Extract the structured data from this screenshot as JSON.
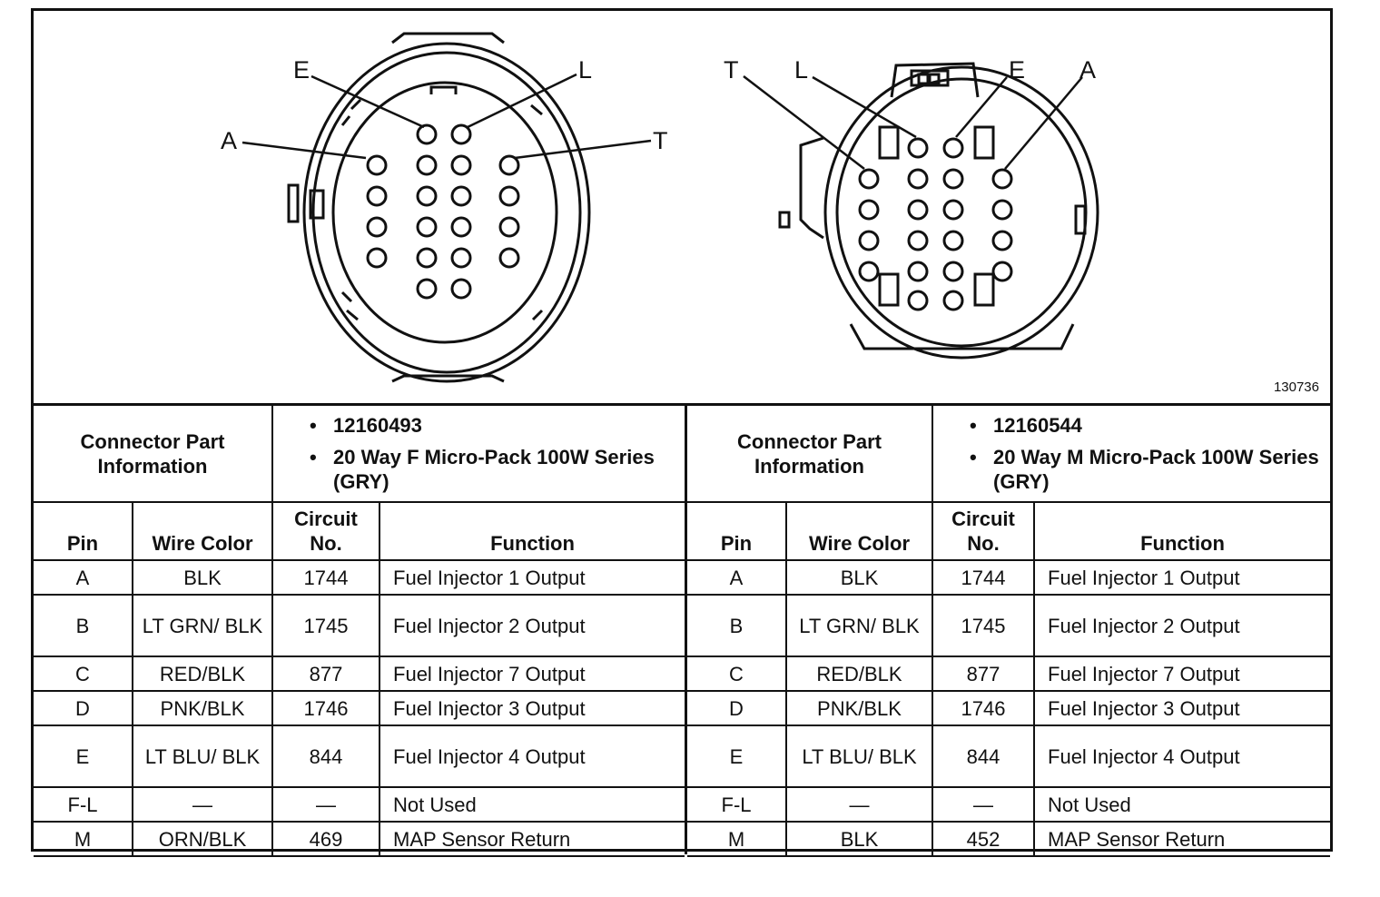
{
  "diagram": {
    "female_labels": {
      "E": "E",
      "L": "L",
      "A": "A",
      "T": "T"
    },
    "male_labels": {
      "T": "T",
      "L": "L",
      "E": "E",
      "A": "A"
    },
    "reference_number": "130736"
  },
  "left": {
    "part_info_label": "Connector Part Information",
    "part_info": [
      "12160493",
      "20 Way F Micro-Pack 100W Series (GRY)"
    ],
    "headers": {
      "pin": "Pin",
      "wire": "Wire Color",
      "circuit": "Circuit No.",
      "function": "Function"
    },
    "rows": [
      {
        "pin": "A",
        "wire": "BLK",
        "circuit": "1744",
        "function": "Fuel Injector 1 Output"
      },
      {
        "pin": "B",
        "wire": "LT GRN/ BLK",
        "circuit": "1745",
        "function": "Fuel Injector 2 Output"
      },
      {
        "pin": "C",
        "wire": "RED/BLK",
        "circuit": "877",
        "function": "Fuel Injector 7 Output"
      },
      {
        "pin": "D",
        "wire": "PNK/BLK",
        "circuit": "1746",
        "function": "Fuel Injector 3 Output"
      },
      {
        "pin": "E",
        "wire": "LT BLU/ BLK",
        "circuit": "844",
        "function": "Fuel Injector 4 Output"
      },
      {
        "pin": "F-L",
        "wire": "—",
        "circuit": "—",
        "function": "Not Used"
      },
      {
        "pin": "M",
        "wire": "ORN/BLK",
        "circuit": "469",
        "function": "MAP Sensor Return"
      }
    ]
  },
  "right": {
    "part_info_label": "Connector Part Information",
    "part_info": [
      "12160544",
      "20 Way M Micro-Pack 100W Series (GRY)"
    ],
    "headers": {
      "pin": "Pin",
      "wire": "Wire Color",
      "circuit": "Circuit No.",
      "function": "Function"
    },
    "rows": [
      {
        "pin": "A",
        "wire": "BLK",
        "circuit": "1744",
        "function": "Fuel Injector 1 Output"
      },
      {
        "pin": "B",
        "wire": "LT GRN/ BLK",
        "circuit": "1745",
        "function": "Fuel Injector 2 Output"
      },
      {
        "pin": "C",
        "wire": "RED/BLK",
        "circuit": "877",
        "function": "Fuel Injector 7 Output"
      },
      {
        "pin": "D",
        "wire": "PNK/BLK",
        "circuit": "1746",
        "function": "Fuel Injector 3 Output"
      },
      {
        "pin": "E",
        "wire": "LT BLU/ BLK",
        "circuit": "844",
        "function": "Fuel Injector 4 Output"
      },
      {
        "pin": "F-L",
        "wire": "—",
        "circuit": "—",
        "function": "Not Used"
      },
      {
        "pin": "M",
        "wire": "BLK",
        "circuit": "452",
        "function": "MAP Sensor Return"
      }
    ]
  }
}
